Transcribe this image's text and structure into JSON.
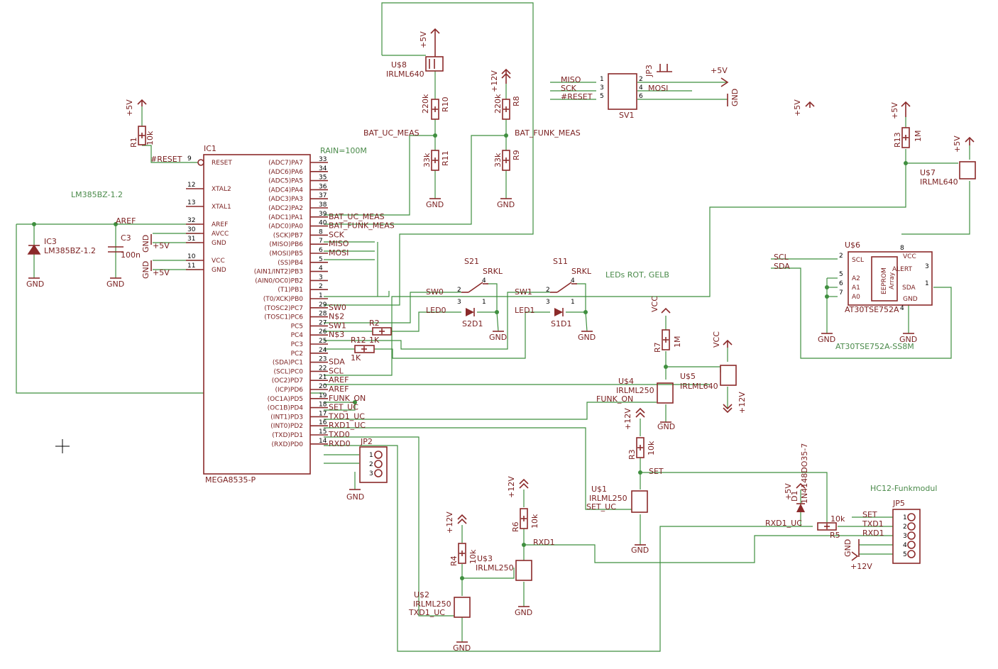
{
  "colors": {
    "wire": "#3f8f3f",
    "symbol": "#8b2a2a",
    "net_label": "#4a8a4a",
    "background": "#ffffff"
  },
  "ic1": {
    "ref": "IC1",
    "value": "MEGA8535-P",
    "left_pins": [
      {
        "name": "RESET",
        "num": "9"
      },
      {
        "name": "XTAL2",
        "num": "12"
      },
      {
        "name": "XTAL1",
        "num": "13"
      },
      {
        "name": "AREF",
        "num": "32"
      },
      {
        "name": "AVCC",
        "num": "30"
      },
      {
        "name": "GND",
        "num": "31"
      },
      {
        "name": "VCC",
        "num": "10"
      },
      {
        "name": "GND",
        "num": "11"
      }
    ],
    "right_pins": [
      {
        "name": "(ADC7)PA7",
        "num": "33"
      },
      {
        "name": "(ADC6)PA6",
        "num": "34"
      },
      {
        "name": "(ADC5)PA5",
        "num": "35"
      },
      {
        "name": "(ADC4)PA4",
        "num": "36"
      },
      {
        "name": "(ADC3)PA3",
        "num": "37"
      },
      {
        "name": "(ADC2)PA2",
        "num": "38"
      },
      {
        "name": "(ADC1)PA1",
        "num": "39"
      },
      {
        "name": "(ADC0)PA0",
        "num": "40"
      },
      {
        "name": "(SCK)PB7",
        "num": "8"
      },
      {
        "name": "(MISO)PB6",
        "num": "7"
      },
      {
        "name": "(MOSI)PB5",
        "num": "6"
      },
      {
        "name": "(SS)PB4",
        "num": "5"
      },
      {
        "name": "(AIN1/INT2)PB3",
        "num": "4"
      },
      {
        "name": "(AIN0/OC0)PB2",
        "num": "3"
      },
      {
        "name": "(T1)PB1",
        "num": "2"
      },
      {
        "name": "(T0/XCK)PB0",
        "num": "1"
      },
      {
        "name": "(TOSC2)PC7",
        "num": "29"
      },
      {
        "name": "(TOSC1)PC6",
        "num": "28"
      },
      {
        "name": "PC5",
        "num": "27"
      },
      {
        "name": "PC4",
        "num": "26"
      },
      {
        "name": "PC3",
        "num": "25"
      },
      {
        "name": "PC2",
        "num": "24"
      },
      {
        "name": "(SDA)PC1",
        "num": "23"
      },
      {
        "name": "(SCL)PC0",
        "num": "22"
      },
      {
        "name": "(OC2)PD7",
        "num": "21"
      },
      {
        "name": "(ICP)PD6",
        "num": "20"
      },
      {
        "name": "(OC1A)PD5",
        "num": "19"
      },
      {
        "name": "(OC1B)PD4",
        "num": "18"
      },
      {
        "name": "(INT1)PD3",
        "num": "17"
      },
      {
        "name": "(INT0)PD2",
        "num": "16"
      },
      {
        "name": "(TXD)PD1",
        "num": "15"
      },
      {
        "name": "(RXD)PD0",
        "num": "14"
      }
    ],
    "right_nets": [
      "",
      "",
      "",
      "",
      "",
      "",
      "BAT_UC_MEAS",
      "BAT_FUNK_MEAS",
      "SCK",
      "MISO",
      "MOSI",
      "",
      "",
      "",
      "",
      "",
      "SW0",
      "N$2",
      "SW1",
      "N$3",
      "",
      "",
      "SDA",
      "SCL",
      "AREF",
      "AREF",
      "FUNK_ON",
      "SET_UC",
      "TXD1_UC",
      "RXD1_UC",
      "TXD0",
      "RXD0"
    ]
  },
  "labels": {
    "rain": "RAIN=100M",
    "reset_net": "#RESET",
    "aref": "AREF",
    "lm385_note": "LM385BZ-1.2",
    "leds_note": "LEDs ROT, GELB",
    "at30_note": "AT30TSE752A-SS8M",
    "hc12_note": "HC12-Funkmodul",
    "bat_uc": "BAT_UC_MEAS",
    "bat_funk": "BAT_FUNK_MEAS",
    "sw0": "SW0",
    "sw1": "SW1",
    "led0": "LED0",
    "led1": "LED1",
    "funk_on": "FUNK_ON",
    "set": "SET",
    "set_uc": "SET_UC",
    "rxd1": "RXD1",
    "rxd1_uc": "RXD1_UC",
    "txd1_uc": "TXD1_UC",
    "set_jp5": "SET",
    "txd1_jp5": "TXD1",
    "rxd1_jp5": "RXD1",
    "sda": "SDA",
    "scl": "SCL",
    "miso": "MISO",
    "sck": "SCK",
    "reset_sv": "#RESET",
    "mosi": "MOSI"
  },
  "supplies": {
    "p5v": "+5V",
    "p12v": "+12V",
    "gnd": "GND",
    "vcc": "VCC"
  },
  "parts": {
    "r1": {
      "ref": "R1",
      "val": "10k"
    },
    "r10": {
      "ref": "R10",
      "val": "220k"
    },
    "r11": {
      "ref": "R11",
      "val": "33k"
    },
    "r8": {
      "ref": "R8",
      "val": "220k"
    },
    "r9": {
      "ref": "R9",
      "val": "33k"
    },
    "r13": {
      "ref": "R13",
      "val": "1M"
    },
    "r7": {
      "ref": "R7",
      "val": "1M"
    },
    "r3": {
      "ref": "R3",
      "val": "10k"
    },
    "r6": {
      "ref": "R6",
      "val": "10k"
    },
    "r4": {
      "ref": "R4",
      "val": "10k"
    },
    "r5": {
      "ref": "R5",
      "val": "10k"
    },
    "r2": {
      "ref": "R2",
      "val": ""
    },
    "r12": {
      "ref": "R12",
      "val": "1K",
      "val2": "1K"
    },
    "ic3": {
      "ref": "IC3",
      "val": "LM385BZ-1.2"
    },
    "c3": {
      "ref": "C3",
      "val": "100n"
    },
    "u8": {
      "ref": "U$8",
      "val": "IRLML640"
    },
    "u7": {
      "ref": "U$7",
      "val": "IRLML640"
    },
    "u5": {
      "ref": "U$5",
      "val": "IRLML640"
    },
    "u4": {
      "ref": "U$4",
      "val": "IRLML250"
    },
    "u1": {
      "ref": "U$1",
      "val": "IRLML250"
    },
    "u3": {
      "ref": "U$3",
      "val": "IRLML250"
    },
    "u2": {
      "ref": "U$2",
      "val": "IRLML250"
    },
    "u6": {
      "ref": "U$6",
      "val": "AT30TSE752A"
    },
    "sv1": {
      "ref": "SV1"
    },
    "jp3": {
      "ref": "JP3"
    },
    "jp2": {
      "ref": "JP2"
    },
    "jp5": {
      "ref": "JP5"
    },
    "d1": {
      "ref": "D1",
      "val": "1N4148DO35-7"
    },
    "s21": {
      "ref": "S21",
      "val": "SRKL"
    },
    "s11": {
      "ref": "S11",
      "val": "SRKL"
    },
    "s2d1": {
      "ref": "S2D1"
    },
    "s1d1": {
      "ref": "S1D1"
    }
  },
  "u6_pins": {
    "scl": "SCL",
    "a2": "A2",
    "a1": "A1",
    "a0": "A0",
    "vcc": "VCC",
    "alert": "ALERT",
    "sda": "SDA",
    "gnd": "GND",
    "eeprom": "EEPROM",
    "array": "Array"
  },
  "u6_pin_nums": [
    "2",
    "5",
    "6",
    "7",
    "8",
    "3",
    "1",
    "4"
  ],
  "sv1_pins": [
    "1",
    "3",
    "5",
    "2",
    "4",
    "6"
  ],
  "jp2_pins": [
    "1",
    "2",
    "3"
  ],
  "jp5_pins": [
    "1",
    "2",
    "3",
    "4",
    "5"
  ],
  "switch_pins": [
    "2",
    "4",
    "3",
    "1"
  ]
}
